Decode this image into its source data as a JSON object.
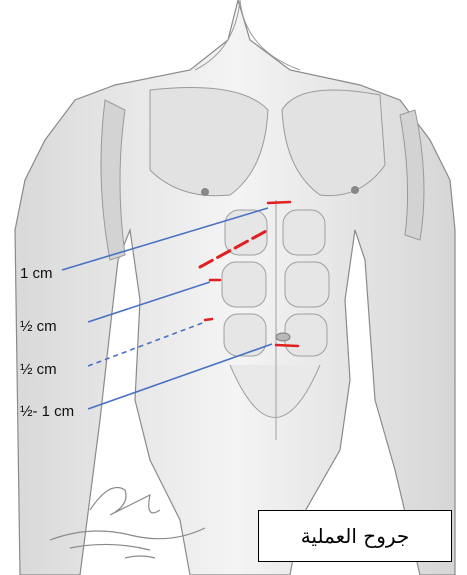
{
  "labels": {
    "incision_1": "1 cm",
    "incision_2": "½ cm",
    "incision_3": "½ cm",
    "incision_4": "½- 1 cm"
  },
  "caption": "جروح العملية",
  "signature": "د.زيد خير الأشيقر ٢٠١٧",
  "colors": {
    "leader_line": "#4a72c4",
    "incision": "#e02020",
    "sketch": "#8a8a8a"
  }
}
